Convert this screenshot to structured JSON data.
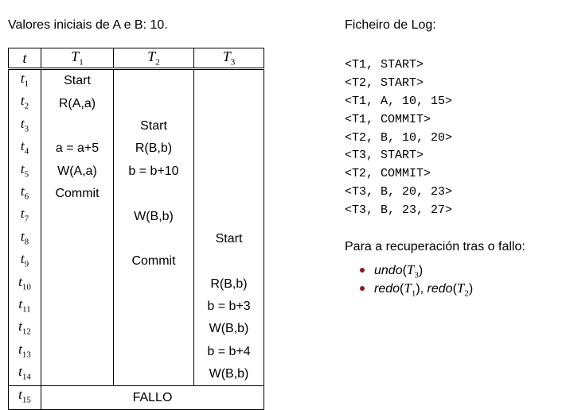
{
  "intro": "Valores iniciais de A e B: 10.",
  "schedule": {
    "header": {
      "t": "t",
      "T": "T",
      "sub1": "1",
      "sub2": "2",
      "sub3": "3"
    },
    "rows": [
      {
        "t": "1",
        "c1": "Start",
        "c2": "",
        "c3": ""
      },
      {
        "t": "2",
        "c1": "R(A,a)",
        "c2": "",
        "c3": ""
      },
      {
        "t": "3",
        "c1": "",
        "c2": "Start",
        "c3": ""
      },
      {
        "t": "4",
        "c1": "a = a+5",
        "c2": "R(B,b)",
        "c3": ""
      },
      {
        "t": "5",
        "c1": "W(A,a)",
        "c2": "b = b+10",
        "c3": ""
      },
      {
        "t": "6",
        "c1": "Commit",
        "c2": "",
        "c3": ""
      },
      {
        "t": "7",
        "c1": "",
        "c2": "W(B,b)",
        "c3": ""
      },
      {
        "t": "8",
        "c1": "",
        "c2": "",
        "c3": "Start"
      },
      {
        "t": "9",
        "c1": "",
        "c2": "Commit",
        "c3": ""
      },
      {
        "t": "10",
        "c1": "",
        "c2": "",
        "c3": "R(B,b)"
      },
      {
        "t": "11",
        "c1": "",
        "c2": "",
        "c3": "b = b+3"
      },
      {
        "t": "12",
        "c1": "",
        "c2": "",
        "c3": "W(B,b)"
      },
      {
        "t": "13",
        "c1": "",
        "c2": "",
        "c3": "b = b+4"
      },
      {
        "t": "14",
        "c1": "",
        "c2": "",
        "c3": "W(B,b)"
      }
    ],
    "last": {
      "t": "15",
      "label": "FALLO"
    }
  },
  "log": {
    "title": "Ficheiro de Log:",
    "entries": [
      "<T1, START>",
      "<T2, START>",
      "<T1, A, 10, 15>",
      "<T1, COMMIT>",
      "<T2, B, 10, 20>",
      "<T3, START>",
      "<T2, COMMIT>",
      "<T3, B, 20, 23>",
      "<T3, B, 23, 27>"
    ]
  },
  "recovery": {
    "title": "Para a recuperación tras o fallo:",
    "undo": "undo",
    "redo": "redo",
    "T": "T",
    "s1": "1",
    "s2": "2",
    "s3": "3"
  }
}
